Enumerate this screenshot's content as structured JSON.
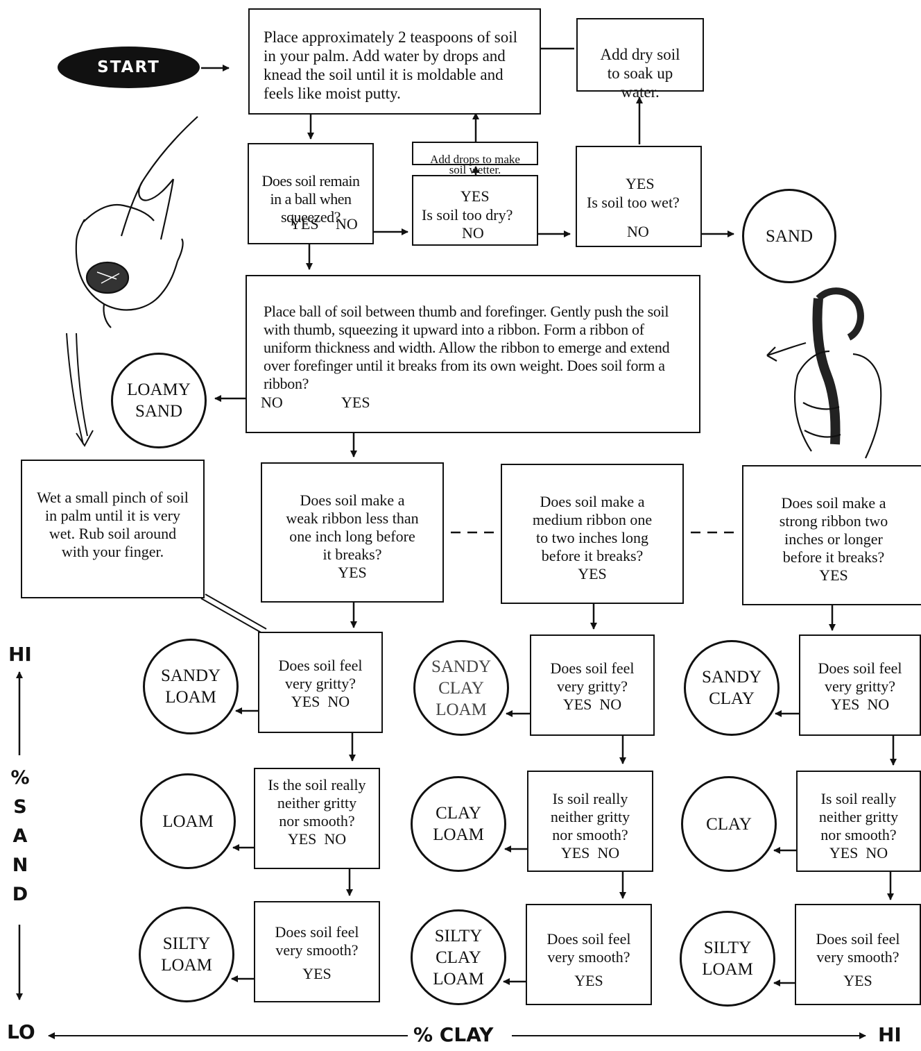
{
  "start": "START",
  "place_soil": "Place approximately 2 teaspoons of soil in your palm. Add water by drops and knead the soil until it is moldable and feels like moist putty.",
  "add_dry_soil": "Add dry soil\nto soak up\nwater.",
  "add_drops": "Add drops to make\nsoil wetter.",
  "ball_question": "Does soil remain\nin a ball when\nsqueezed?",
  "ball_yes": "YES",
  "ball_no": "NO",
  "too_dry_yes": "YES",
  "too_dry_question": "Is soil too dry?",
  "too_dry_no": "NO",
  "too_wet_yes": "YES",
  "too_wet_question": "Is soil too wet?",
  "too_wet_no": "NO",
  "sand": "SAND",
  "ribbon_instructions": "Place ball of soil between thumb and forefinger. Gently push the soil with thumb, squeezing it upward into a ribbon. Form a ribbon of uniform thickness and width. Allow the ribbon to emerge and extend over forefinger until it breaks from its own weight. Does soil form a ribbon?",
  "ribbon_no": "NO",
  "ribbon_yes": "YES",
  "loamy_sand": "LOAMY\nSAND",
  "wet_pinch": "Wet a small pinch of soil in palm until it is very wet. Rub soil around with your finger.",
  "weak_ribbon": "Does soil make a\nweak ribbon less than\none inch long before\nit breaks?",
  "medium_ribbon": "Does soil make a\nmedium ribbon one\nto two inches long\nbefore it breaks?",
  "strong_ribbon": "Does soil make a\nstrong ribbon two\ninches or longer\nbefore it breaks?",
  "ribbon_answer_yes": "YES",
  "gritty_question": "Does soil feel\nvery gritty?",
  "neither_question_1": "Is the soil really\nneither gritty\nnor smooth?",
  "neither_question": "Is soil really\nneither gritty\nnor smooth?",
  "smooth_question": "Does soil feel\nvery smooth?",
  "yes_no": "YES  NO",
  "yes": "YES",
  "results": {
    "sandy_loam": "SANDY\nLOAM",
    "loam": "LOAM",
    "silty_loam": "SILTY\nLOAM",
    "sandy_clay_loam": "SANDY\nCLAY\nLOAM",
    "clay_loam": "CLAY\nLOAM",
    "silty_clay_loam": "SILTY\nCLAY\nLOAM",
    "sandy_clay": "SANDY\nCLAY",
    "clay": "CLAY",
    "silty_loam_2": "SILTY\nLOAM"
  },
  "axis": {
    "sand_hi": "HI",
    "sand_label": "%\nS\nA\nN\nD",
    "clay_lo": "LO",
    "clay_label": "% CLAY",
    "clay_hi": "HI"
  }
}
